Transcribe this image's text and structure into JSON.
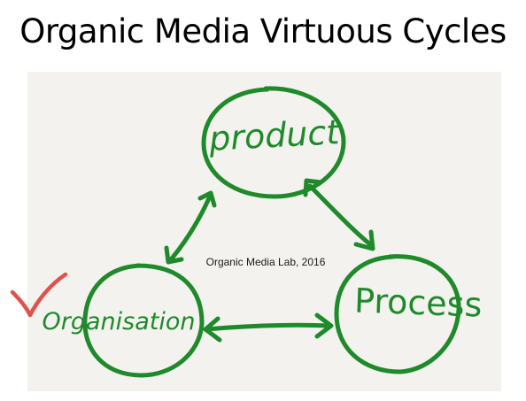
{
  "title": "Organic Media Virtuous Cycles",
  "credit": "Organic Media Lab, 2016",
  "nodes": [
    {
      "id": "product",
      "label": "product"
    },
    {
      "id": "process",
      "label": "Process"
    },
    {
      "id": "organisation",
      "label": "Organisation"
    }
  ],
  "edges": [
    {
      "from": "product",
      "to": "process",
      "direction": "both"
    },
    {
      "from": "product",
      "to": "organisation",
      "direction": "both"
    },
    {
      "from": "organisation",
      "to": "process",
      "direction": "both"
    }
  ],
  "colors": {
    "ink": "#1e8a2a",
    "checkmark": "#e0524a",
    "panel": "#f4f2ef",
    "title": "#000000"
  },
  "marks": {
    "checkmark": "checkmark-icon"
  }
}
